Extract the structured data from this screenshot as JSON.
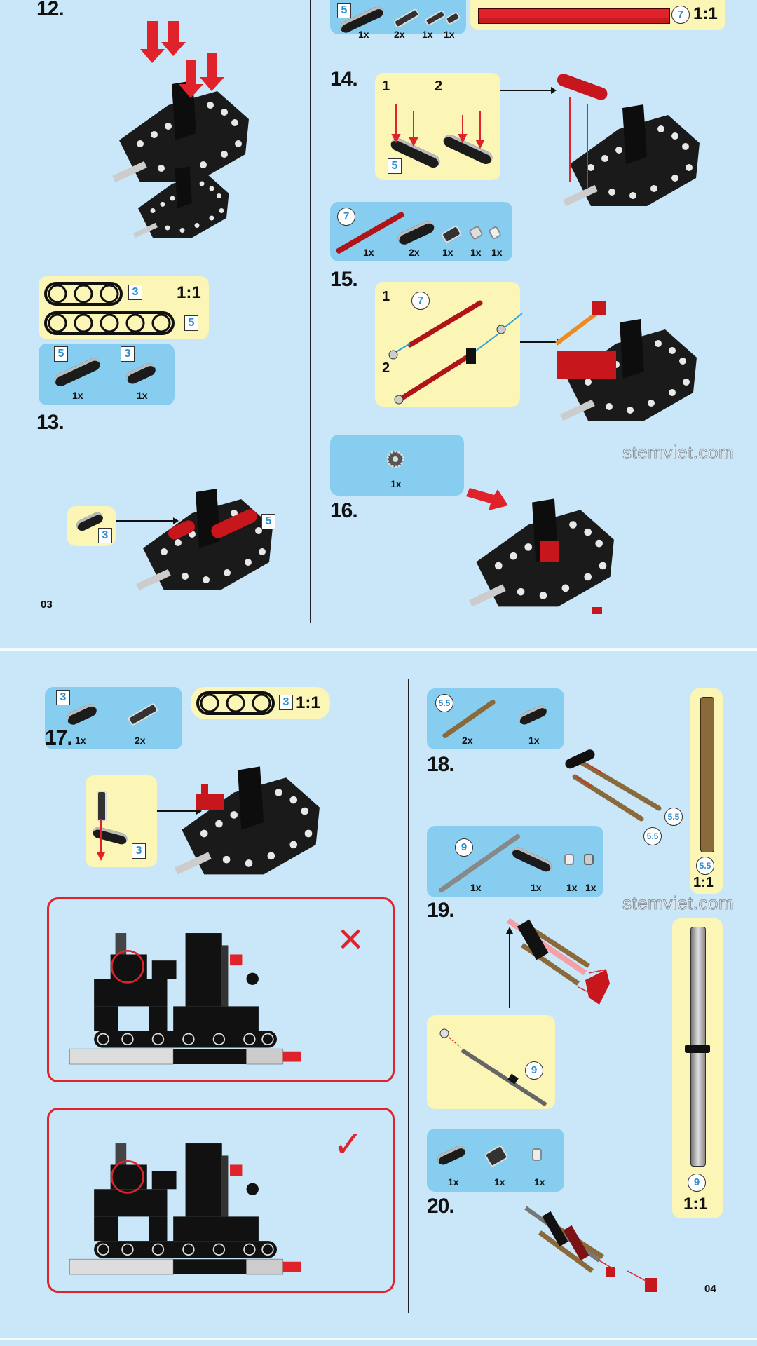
{
  "page3": {
    "page_number": "03",
    "step12": {
      "number": "12."
    },
    "scale_box": {
      "ratio": "1:1",
      "beam_a_len": "3",
      "beam_b_len": "5"
    },
    "parts13": {
      "items": [
        {
          "len": "5",
          "qty": "1x"
        },
        {
          "len": "3",
          "qty": "1x"
        }
      ]
    },
    "step13": {
      "number": "13.",
      "sub_len": "3",
      "model_len": "5"
    },
    "parts14": {
      "len": "5",
      "qty": [
        "1x",
        "2x",
        "1x",
        "1x"
      ]
    },
    "axle_scale": {
      "len": "7",
      "ratio": "1:1"
    },
    "step14": {
      "number": "14.",
      "sub1": "1",
      "sub2": "2",
      "len": "5"
    },
    "parts15": {
      "len": "7",
      "qty": [
        "1x",
        "2x",
        "1x",
        "1x",
        "1x"
      ]
    },
    "step15": {
      "number": "15.",
      "sub1": "1",
      "sub2": "2",
      "len": "7"
    },
    "parts16": {
      "qty": "1x"
    },
    "step16": {
      "number": "16."
    },
    "watermark": "stemviet.com"
  },
  "page4": {
    "page_number": "04",
    "parts17": {
      "len": "3",
      "qty": [
        "1x",
        "2x"
      ]
    },
    "scale17": {
      "len": "3",
      "ratio": "1:1"
    },
    "step17": {
      "number": "17.",
      "len": "3"
    },
    "wrong_label": "✕",
    "right_label": "✓",
    "parts18": {
      "len": "5.5",
      "qty": [
        "2x",
        "1x"
      ]
    },
    "step18": {
      "number": "18.",
      "len_a": "5.5",
      "len_b": "5.5"
    },
    "axle55_scale": {
      "len": "5.5",
      "ratio": "1:1"
    },
    "parts19": {
      "len": "9",
      "qty": [
        "1x",
        "1x",
        "1x",
        "1x"
      ]
    },
    "step19": {
      "number": "19.",
      "len": "9"
    },
    "axle9_scale": {
      "len": "9",
      "ratio": "1:1"
    },
    "parts20": {
      "qty": [
        "1x",
        "1x",
        "1x"
      ]
    },
    "step20": {
      "number": "20."
    },
    "watermark": "stemviet.com"
  },
  "colors": {
    "background": "#c9e7f8",
    "parts_box": "#86cdef",
    "callout_box": "#fbf5b6",
    "accent_red": "#e0232b",
    "badge_blue": "#2a8fd0"
  }
}
